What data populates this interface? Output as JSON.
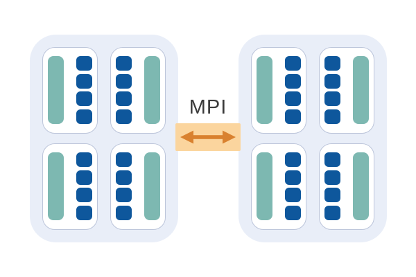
{
  "diagram": {
    "mpi_label": "MPI",
    "squares_per_socket": 4,
    "nodes": [
      {
        "id": "left",
        "sockets": [
          "bar-left",
          "bar-right",
          "bar-left",
          "bar-right"
        ]
      },
      {
        "id": "right",
        "sockets": [
          "bar-left",
          "bar-right",
          "bar-left",
          "bar-right"
        ]
      }
    ],
    "colors": {
      "background": "#ffffff",
      "node_fill": "#e9eef8",
      "socket_fill": "#ffffff",
      "socket_border": "#bcc5da",
      "teal_bar": "#7db8b1",
      "blue_square": "#0e579c",
      "mpi_box_fill": "#fbd59e",
      "arrow": "#d9812f",
      "label_text": "#3a3a3a"
    }
  }
}
